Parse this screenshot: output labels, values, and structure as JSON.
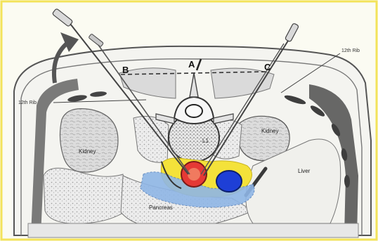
{
  "figure": {
    "border_color": "#f3e35a",
    "paper_color": "#fbfbf2",
    "labels": {
      "point_a": "A",
      "point_b": "B",
      "point_c": "C",
      "rib_left": "12th Rib",
      "rib_right": "12th Rib",
      "kidney_left": "Kidney",
      "kidney_right": "Kidney",
      "liver": "Liver",
      "pancreas": "Pancreas",
      "vertebra": "L1"
    },
    "highlight_colors": {
      "aorta": "#e53935",
      "vena_cava": "#1e3fd6",
      "celiac_spread_yellow": "#f4e23a",
      "celiac_spread_blue": "#8fb6e6"
    },
    "icons": [
      "needle-icon",
      "needle-icon",
      "curved-arrow-icon"
    ]
  }
}
